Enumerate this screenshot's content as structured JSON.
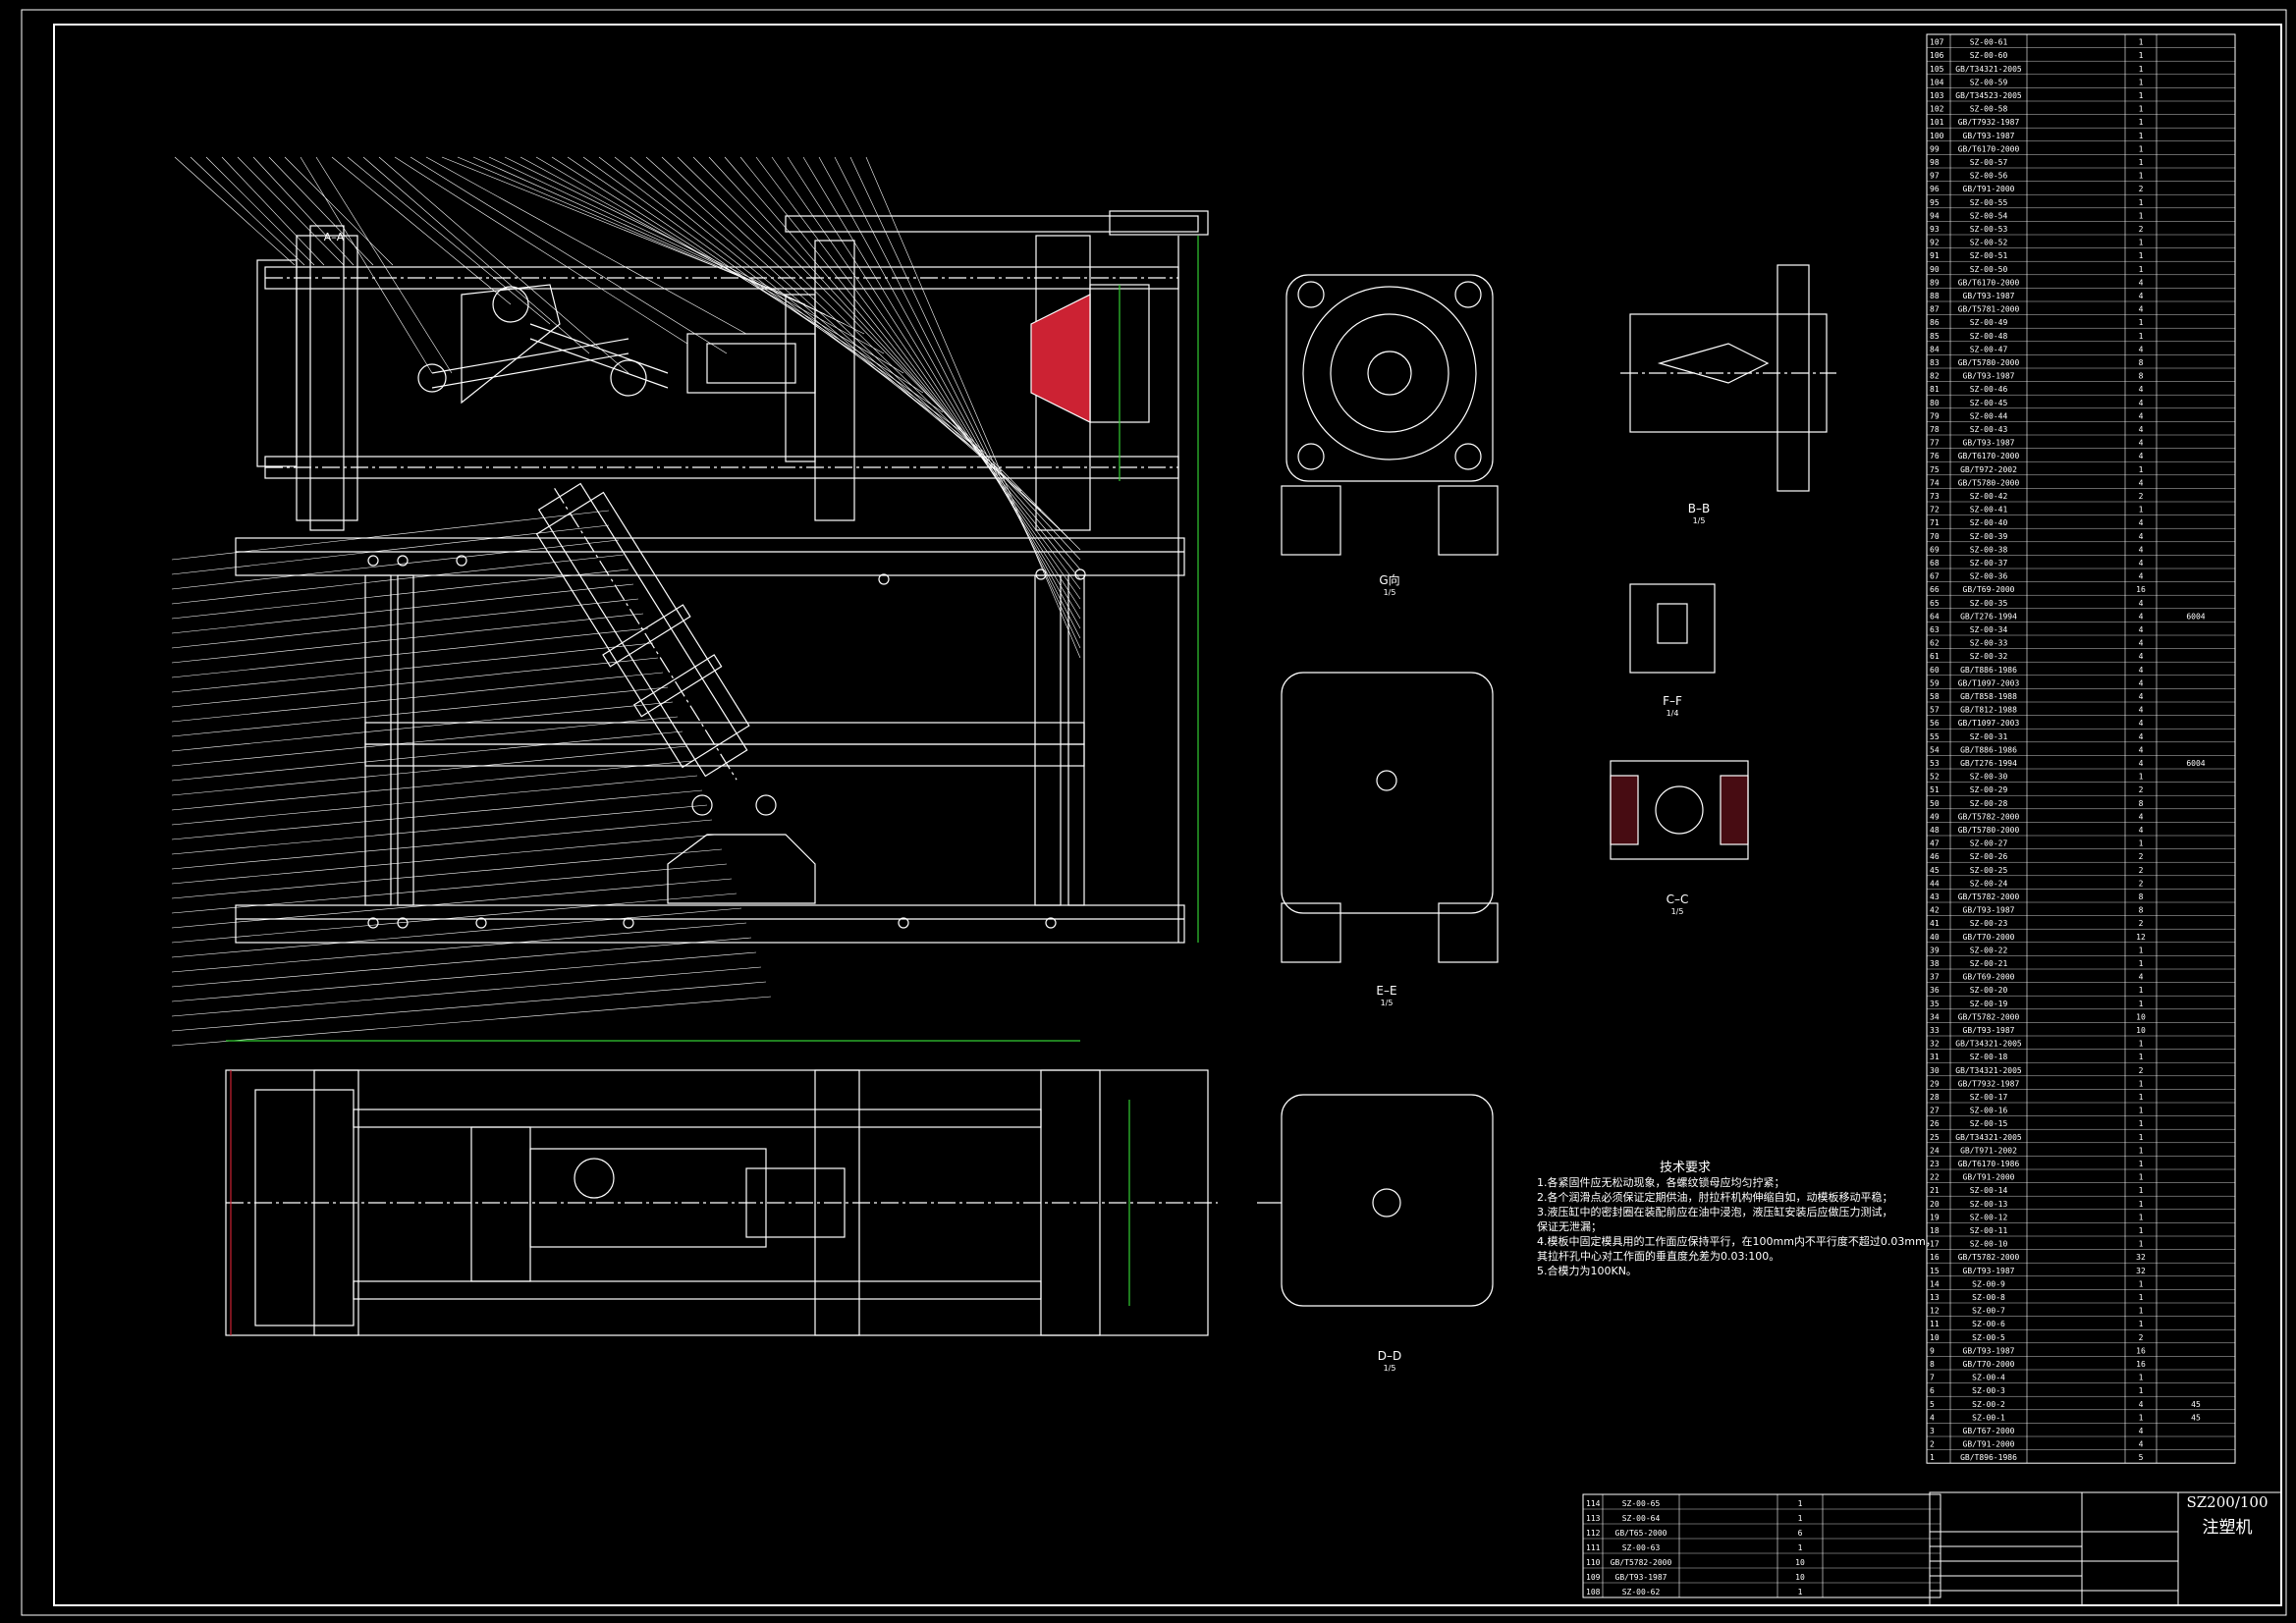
{
  "drawing": {
    "code": "SZ200/100",
    "name": "注塑机"
  },
  "section_labels": {
    "a_a": "A–A",
    "b_b": "B–B",
    "c_c": "C–C",
    "d_d": "D–D",
    "e_e": "E–E",
    "f_f": "F–F",
    "g_view": "G向",
    "scale": "1/5",
    "scale_ff": "1/4"
  },
  "technical_requirements": {
    "title": "技术要求",
    "items": [
      "1.各紧固件应无松动现象，各螺纹锁母应均匀拧紧；",
      "2.各个润滑点必须保证定期供油，肘拉杆机构伸缩自如，动模板移动平稳；",
      "3.液压缸中的密封圈在装配前应在油中浸泡，液压缸安装后应做压力测试，",
      "  保证无泄漏；",
      "4.模板中固定模具用的工作面应保持平行，在100mm内不平行度不超过0.03mm，",
      "  其拉杆孔中心对工作面的垂直度允差为0.03:100。",
      "5.合模力为100KN。"
    ]
  },
  "bom_main": [
    [
      "107",
      "SZ-00-61",
      "",
      "1",
      ""
    ],
    [
      "106",
      "SZ-00-60",
      "",
      "1",
      ""
    ],
    [
      "105",
      "GB/T34321-2005",
      "",
      "1",
      ""
    ],
    [
      "104",
      "SZ-00-59",
      "",
      "1",
      ""
    ],
    [
      "103",
      "GB/T34523-2005",
      "",
      "1",
      ""
    ],
    [
      "102",
      "SZ-00-58",
      "",
      "1",
      ""
    ],
    [
      "101",
      "GB/T7932-1987",
      "",
      "1",
      ""
    ],
    [
      "100",
      "GB/T93-1987",
      "",
      "1",
      ""
    ],
    [
      "99",
      "GB/T6170-2000",
      "",
      "1",
      ""
    ],
    [
      "98",
      "SZ-00-57",
      "",
      "1",
      ""
    ],
    [
      "97",
      "SZ-00-56",
      "",
      "1",
      ""
    ],
    [
      "96",
      "GB/T91-2000",
      "",
      "2",
      ""
    ],
    [
      "95",
      "SZ-00-55",
      "",
      "1",
      ""
    ],
    [
      "94",
      "SZ-00-54",
      "",
      "1",
      ""
    ],
    [
      "93",
      "SZ-00-53",
      "",
      "2",
      ""
    ],
    [
      "92",
      "SZ-00-52",
      "",
      "1",
      ""
    ],
    [
      "91",
      "SZ-00-51",
      "",
      "1",
      ""
    ],
    [
      "90",
      "SZ-00-50",
      "",
      "1",
      ""
    ],
    [
      "89",
      "GB/T6170-2000",
      "",
      "4",
      ""
    ],
    [
      "88",
      "GB/T93-1987",
      "",
      "4",
      ""
    ],
    [
      "87",
      "GB/T5781-2000",
      "",
      "4",
      ""
    ],
    [
      "86",
      "SZ-00-49",
      "",
      "1",
      ""
    ],
    [
      "85",
      "SZ-00-48",
      "",
      "1",
      ""
    ],
    [
      "84",
      "SZ-00-47",
      "",
      "4",
      ""
    ],
    [
      "83",
      "GB/T5780-2000",
      "",
      "8",
      ""
    ],
    [
      "82",
      "GB/T93-1987",
      "",
      "8",
      ""
    ],
    [
      "81",
      "SZ-00-46",
      "",
      "4",
      ""
    ],
    [
      "80",
      "SZ-00-45",
      "",
      "4",
      ""
    ],
    [
      "79",
      "SZ-00-44",
      "",
      "4",
      ""
    ],
    [
      "78",
      "SZ-00-43",
      "",
      "4",
      ""
    ],
    [
      "77",
      "GB/T93-1987",
      "",
      "4",
      ""
    ],
    [
      "76",
      "GB/T6170-2000",
      "",
      "4",
      ""
    ],
    [
      "75",
      "GB/T972-2002",
      "",
      "1",
      ""
    ],
    [
      "74",
      "GB/T5780-2000",
      "",
      "4",
      ""
    ],
    [
      "73",
      "SZ-00-42",
      "",
      "2",
      ""
    ],
    [
      "72",
      "SZ-00-41",
      "",
      "1",
      ""
    ],
    [
      "71",
      "SZ-00-40",
      "",
      "4",
      ""
    ],
    [
      "70",
      "SZ-00-39",
      "",
      "4",
      ""
    ],
    [
      "69",
      "SZ-00-38",
      "",
      "4",
      ""
    ],
    [
      "68",
      "SZ-00-37",
      "",
      "4",
      ""
    ],
    [
      "67",
      "SZ-00-36",
      "",
      "4",
      ""
    ],
    [
      "66",
      "GB/T69-2000",
      "",
      "16",
      ""
    ],
    [
      "65",
      "SZ-00-35",
      "",
      "4",
      ""
    ],
    [
      "64",
      "GB/T276-1994",
      "",
      "4",
      "6004"
    ],
    [
      "63",
      "SZ-00-34",
      "",
      "4",
      ""
    ],
    [
      "62",
      "SZ-00-33",
      "",
      "4",
      ""
    ],
    [
      "61",
      "SZ-00-32",
      "",
      "4",
      ""
    ],
    [
      "60",
      "GB/T886-1986",
      "",
      "4",
      ""
    ],
    [
      "59",
      "GB/T1097-2003",
      "",
      "4",
      ""
    ],
    [
      "58",
      "GB/T858-1988",
      "",
      "4",
      ""
    ],
    [
      "57",
      "GB/T812-1988",
      "",
      "4",
      ""
    ],
    [
      "56",
      "GB/T1097-2003",
      "",
      "4",
      ""
    ],
    [
      "55",
      "SZ-00-31",
      "",
      "4",
      ""
    ],
    [
      "54",
      "GB/T886-1986",
      "",
      "4",
      ""
    ],
    [
      "53",
      "GB/T276-1994",
      "",
      "4",
      "6004"
    ],
    [
      "52",
      "SZ-00-30",
      "",
      "1",
      ""
    ],
    [
      "51",
      "SZ-00-29",
      "",
      "2",
      ""
    ],
    [
      "50",
      "SZ-00-28",
      "",
      "8",
      ""
    ],
    [
      "49",
      "GB/T5782-2000",
      "",
      "4",
      ""
    ],
    [
      "48",
      "GB/T5780-2000",
      "",
      "4",
      ""
    ],
    [
      "47",
      "SZ-00-27",
      "",
      "1",
      ""
    ],
    [
      "46",
      "SZ-00-26",
      "",
      "2",
      ""
    ],
    [
      "45",
      "SZ-00-25",
      "",
      "2",
      ""
    ],
    [
      "44",
      "SZ-00-24",
      "",
      "2",
      ""
    ],
    [
      "43",
      "GB/T5782-2000",
      "",
      "8",
      ""
    ],
    [
      "42",
      "GB/T93-1987",
      "",
      "8",
      ""
    ],
    [
      "41",
      "SZ-00-23",
      "",
      "2",
      ""
    ],
    [
      "40",
      "GB/T70-2000",
      "",
      "12",
      ""
    ],
    [
      "39",
      "SZ-00-22",
      "",
      "1",
      ""
    ],
    [
      "38",
      "SZ-00-21",
      "",
      "1",
      ""
    ],
    [
      "37",
      "GB/T69-2000",
      "",
      "4",
      ""
    ],
    [
      "36",
      "SZ-00-20",
      "",
      "1",
      ""
    ],
    [
      "35",
      "SZ-00-19",
      "",
      "1",
      ""
    ],
    [
      "34",
      "GB/T5782-2000",
      "",
      "10",
      ""
    ],
    [
      "33",
      "GB/T93-1987",
      "",
      "10",
      ""
    ],
    [
      "32",
      "GB/T34321-2005",
      "",
      "1",
      ""
    ],
    [
      "31",
      "SZ-00-18",
      "",
      "1",
      ""
    ],
    [
      "30",
      "GB/T34321-2005",
      "",
      "2",
      ""
    ],
    [
      "29",
      "GB/T7932-1987",
      "",
      "1",
      ""
    ],
    [
      "28",
      "SZ-00-17",
      "",
      "1",
      ""
    ],
    [
      "27",
      "SZ-00-16",
      "",
      "1",
      ""
    ],
    [
      "26",
      "SZ-00-15",
      "",
      "1",
      ""
    ],
    [
      "25",
      "GB/T34321-2005",
      "",
      "1",
      ""
    ],
    [
      "24",
      "GB/T971-2002",
      "",
      "1",
      ""
    ],
    [
      "23",
      "GB/T6170-1986",
      "",
      "1",
      ""
    ],
    [
      "22",
      "GB/T91-2000",
      "",
      "1",
      ""
    ],
    [
      "21",
      "SZ-00-14",
      "",
      "1",
      ""
    ],
    [
      "20",
      "SZ-00-13",
      "",
      "1",
      ""
    ],
    [
      "19",
      "SZ-00-12",
      "",
      "1",
      ""
    ],
    [
      "18",
      "SZ-00-11",
      "",
      "1",
      ""
    ],
    [
      "17",
      "SZ-00-10",
      "",
      "1",
      ""
    ],
    [
      "16",
      "GB/T5782-2000",
      "",
      "32",
      ""
    ],
    [
      "15",
      "GB/T93-1987",
      "",
      "32",
      ""
    ],
    [
      "14",
      "SZ-00-9",
      "",
      "1",
      ""
    ],
    [
      "13",
      "SZ-00-8",
      "",
      "1",
      ""
    ],
    [
      "12",
      "SZ-00-7",
      "",
      "1",
      ""
    ],
    [
      "11",
      "SZ-00-6",
      "",
      "1",
      ""
    ],
    [
      "10",
      "SZ-00-5",
      "",
      "2",
      ""
    ],
    [
      "9",
      "GB/T93-1987",
      "",
      "16",
      ""
    ],
    [
      "8",
      "GB/T70-2000",
      "",
      "16",
      ""
    ],
    [
      "7",
      "SZ-00-4",
      "",
      "1",
      ""
    ],
    [
      "6",
      "SZ-00-3",
      "",
      "1",
      ""
    ],
    [
      "5",
      "SZ-00-2",
      "",
      "4",
      "45"
    ],
    [
      "4",
      "SZ-00-1",
      "",
      "1",
      "45"
    ],
    [
      "3",
      "GB/T67-2000",
      "",
      "4",
      ""
    ],
    [
      "2",
      "GB/T91-2000",
      "",
      "4",
      ""
    ],
    [
      "1",
      "GB/T896-1986",
      "",
      "5",
      ""
    ]
  ],
  "bom_lower": [
    [
      "114",
      "SZ-00-65",
      "",
      "1",
      ""
    ],
    [
      "113",
      "SZ-00-64",
      "",
      "1",
      ""
    ],
    [
      "112",
      "GB/T65-2000",
      "",
      "6",
      ""
    ],
    [
      "111",
      "SZ-00-63",
      "",
      "1",
      ""
    ],
    [
      "110",
      "GB/T5782-2000",
      "",
      "10",
      ""
    ],
    [
      "109",
      "GB/T93-1987",
      "",
      "10",
      ""
    ],
    [
      "108",
      "SZ-00-62",
      "",
      "1",
      ""
    ]
  ]
}
